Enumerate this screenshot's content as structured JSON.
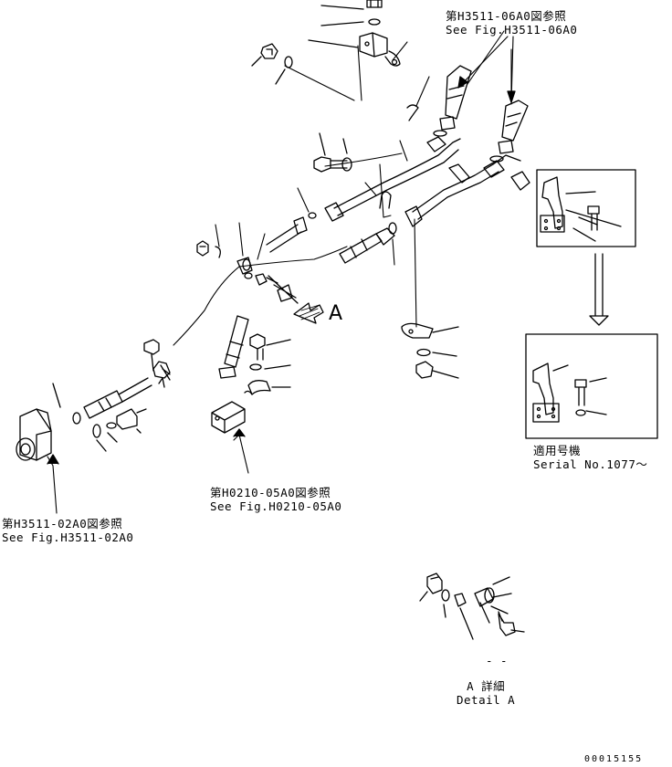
{
  "references": {
    "top_right": {
      "jp": "第H3511-06A0図参照",
      "en": "See Fig.H3511-06A0"
    },
    "bottom_center": {
      "jp": "第H0210-05A0図参照",
      "en": "See Fig.H0210-05A0"
    },
    "left": {
      "jp": "第H3511-02A0図参照",
      "en": "See Fig.H3511-02A0"
    }
  },
  "serial_note": {
    "jp": "適用号機",
    "en": "Serial No.1077〜"
  },
  "view_arrow_label": "A",
  "detail": {
    "dash": "- -",
    "jp": "A 詳細",
    "en": "Detail A"
  },
  "drawing_number": "00015155",
  "colors": {
    "line": "#000000",
    "background": "#ffffff"
  }
}
